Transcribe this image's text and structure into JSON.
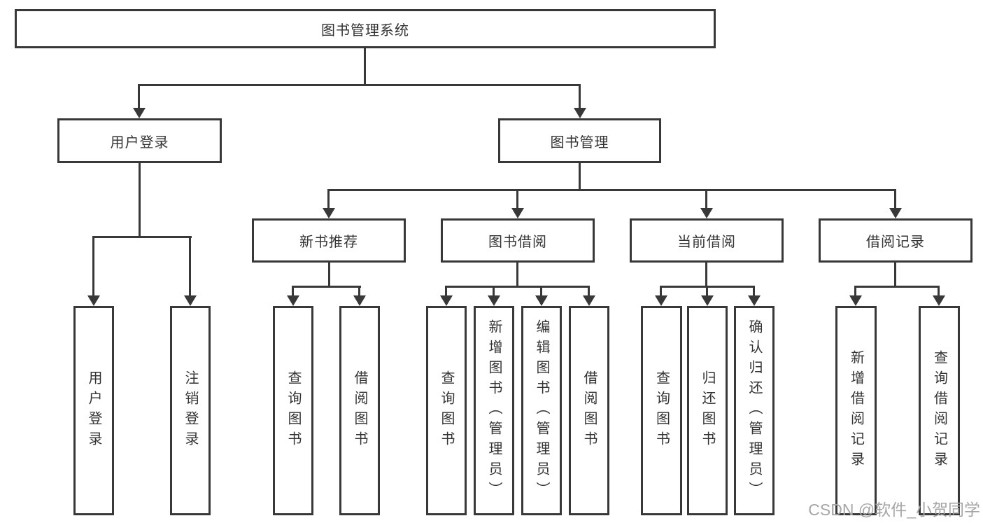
{
  "diagram": {
    "type": "hierarchy-flowchart",
    "colors": {
      "line": "#383838",
      "text": "#333333",
      "watermark": "#a6a6a6",
      "background": "#ffffff"
    },
    "tree": {
      "root": {
        "label": "图书管理系统"
      },
      "branches": [
        {
          "label": "用户登录",
          "children": [
            {
              "label": "用户登录"
            },
            {
              "label": "注销登录"
            }
          ]
        },
        {
          "label": "图书管理",
          "children": [
            {
              "label": "新书推荐",
              "children": [
                {
                  "label": "查询图书"
                },
                {
                  "label": "借阅图书"
                }
              ]
            },
            {
              "label": "图书借阅",
              "children": [
                {
                  "label": "查询图书"
                },
                {
                  "label": "新增图书（管理员）"
                },
                {
                  "label": "编辑图书（管理员）"
                },
                {
                  "label": "借阅图书"
                }
              ]
            },
            {
              "label": "当前借阅",
              "children": [
                {
                  "label": "查询图书"
                },
                {
                  "label": "归还图书"
                },
                {
                  "label": "确认归还（管理员）"
                }
              ]
            },
            {
              "label": "借阅记录",
              "children": [
                {
                  "label": "新增借阅记录"
                },
                {
                  "label": "查询借阅记录"
                }
              ]
            }
          ]
        }
      ]
    },
    "watermark": {
      "text": "CSDN @软件_小贺同学"
    }
  }
}
